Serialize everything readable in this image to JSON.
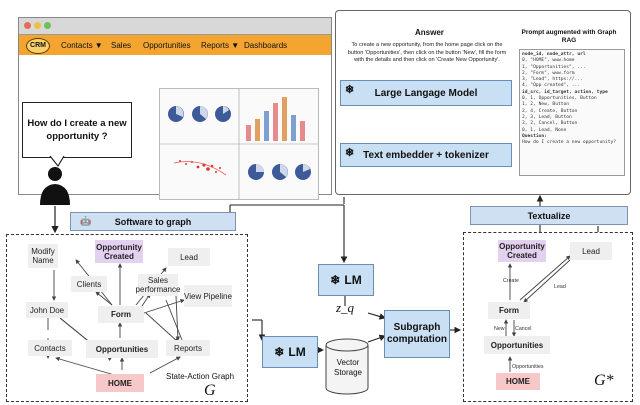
{
  "crm": {
    "logo": "CRM",
    "nav": [
      {
        "label": "Contacts ▼"
      },
      {
        "label": "Sales"
      },
      {
        "label": "Opportunities"
      },
      {
        "label": "Reports ▼"
      },
      {
        "label": "Dashboards"
      }
    ],
    "question": "How do I create a new opportunity ?"
  },
  "software_to_graph": "Software to graph",
  "state_graph": {
    "nodes": {
      "modify_name": "Modify Name",
      "opp_created": "Opportunity Created",
      "lead": "Lead",
      "clients": "Clients",
      "sales_perf": "Sales performance",
      "view_pipeline": "View Pipeline",
      "john_doe": "John Doe",
      "form": "Form",
      "contacts": "Contacts",
      "opportunities": "Opportunities",
      "reports": "Reports",
      "home": "HOME"
    },
    "caption": "State-Action Graph",
    "symbol": "G"
  },
  "lm": "LM",
  "zq": "z_q",
  "vector_storage": "Vector Storage",
  "subgraph": "Subgraph computation",
  "textualize": "Textualize",
  "answer_panel": {
    "answer_title": "Answer",
    "answer_text": "To create a new opportunity, from the home page click on the button 'Opportunities', then click on the button 'New', fill the form with the details and then click on 'Create New Opportunity'.",
    "llm": "Large Langage Model",
    "embedder": "Text embedder + tokenizer",
    "prompt_title": "Prompt augmented with Graph RAG",
    "prompt_lines": [
      "node_id, node_attr, url",
      "0, \"HOME\", www.home",
      "1, \"Opportunities\", ...",
      "2, \"Form\", www.form",
      "3, \"Lead\", https://...",
      "4, \"Opp created\", ...",
      "id_src, id_target, action, type",
      "0, 1, Opportunities, Button",
      "1, 2, New, Button",
      "2, 4, Create, Button",
      "2, 3, Lead, Button",
      "3, 2, Cancel, Button",
      "0, 1, Lead, None",
      "Question:",
      "How do I create a new opportunity?"
    ]
  },
  "sub_graph": {
    "opp_created": "Opportunity Created",
    "lead": "Lead",
    "form": "Form",
    "opportunities": "Opportunities",
    "home": "HOME",
    "edges": {
      "create": "Create",
      "lead": "Lead",
      "new": "New",
      "cancel": "Cancel",
      "opportunities": "Opportunities"
    },
    "symbol": "G*"
  }
}
